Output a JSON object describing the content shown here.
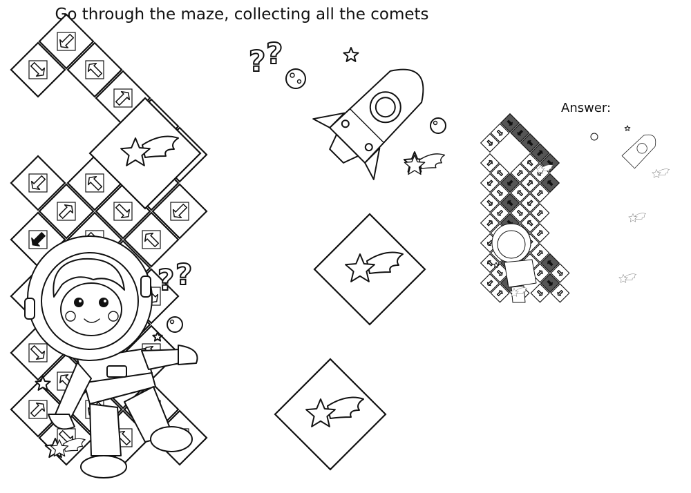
{
  "title": "Go through the maze, collecting all the comets",
  "answer_label": "Answer:",
  "stock_id": "#462803481",
  "colors": {
    "ink": "#111111",
    "paper": "#ffffff",
    "answer_shade": "#555555"
  },
  "icons": [
    "astronaut",
    "rocket",
    "planet",
    "star",
    "comet",
    "question-marks",
    "arrow"
  ]
}
